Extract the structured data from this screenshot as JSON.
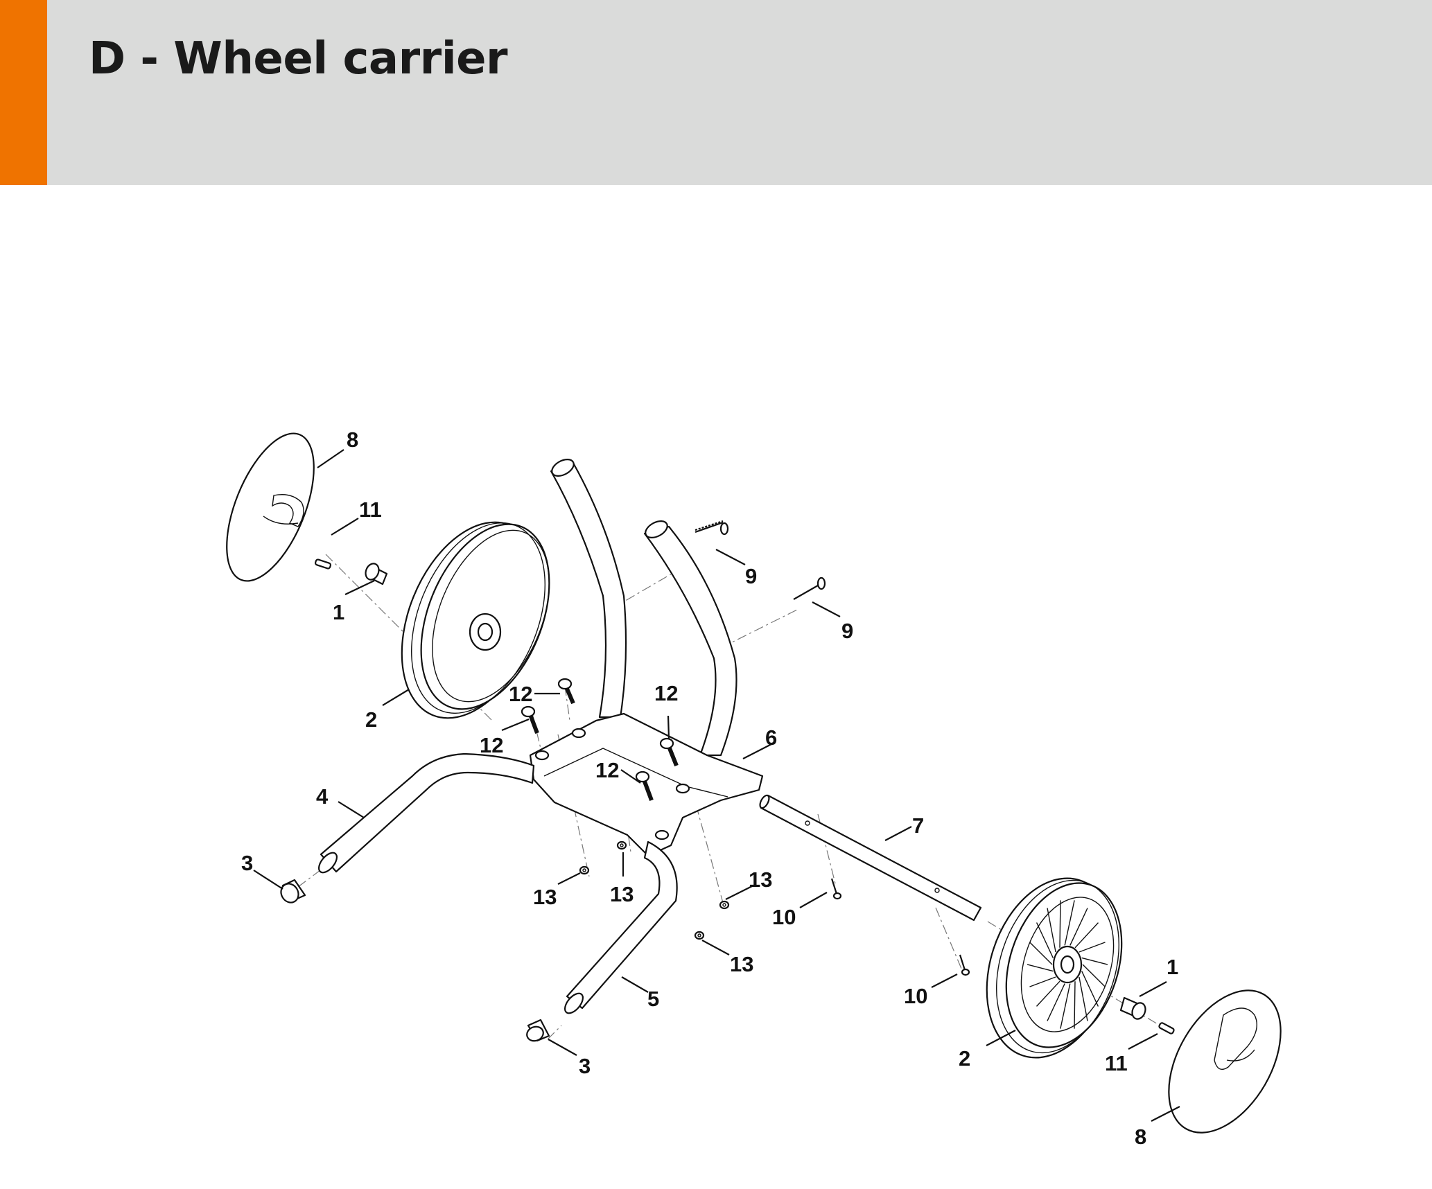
{
  "header": {
    "title": "D - Wheel carrier",
    "accent_color": "#ef7300",
    "background_color": "#dadbda"
  },
  "diagram": {
    "callouts": [
      {
        "id": "c8a",
        "label": "8"
      },
      {
        "id": "c11a",
        "label": "11"
      },
      {
        "id": "c1a",
        "label": "1"
      },
      {
        "id": "c2a",
        "label": "2"
      },
      {
        "id": "c9a",
        "label": "9"
      },
      {
        "id": "c9b",
        "label": "9"
      },
      {
        "id": "c12a",
        "label": "12"
      },
      {
        "id": "c12b",
        "label": "12"
      },
      {
        "id": "c12c",
        "label": "12"
      },
      {
        "id": "c12d",
        "label": "12"
      },
      {
        "id": "c6",
        "label": "6"
      },
      {
        "id": "c4",
        "label": "4"
      },
      {
        "id": "c3a",
        "label": "3"
      },
      {
        "id": "c13a",
        "label": "13"
      },
      {
        "id": "c13b",
        "label": "13"
      },
      {
        "id": "c13c",
        "label": "13"
      },
      {
        "id": "c13d",
        "label": "13"
      },
      {
        "id": "c7",
        "label": "7"
      },
      {
        "id": "c10a",
        "label": "10"
      },
      {
        "id": "c10b",
        "label": "10"
      },
      {
        "id": "c5",
        "label": "5"
      },
      {
        "id": "c3b",
        "label": "3"
      },
      {
        "id": "c1b",
        "label": "1"
      },
      {
        "id": "c2b",
        "label": "2"
      },
      {
        "id": "c11b",
        "label": "11"
      },
      {
        "id": "c8b",
        "label": "8"
      }
    ]
  }
}
